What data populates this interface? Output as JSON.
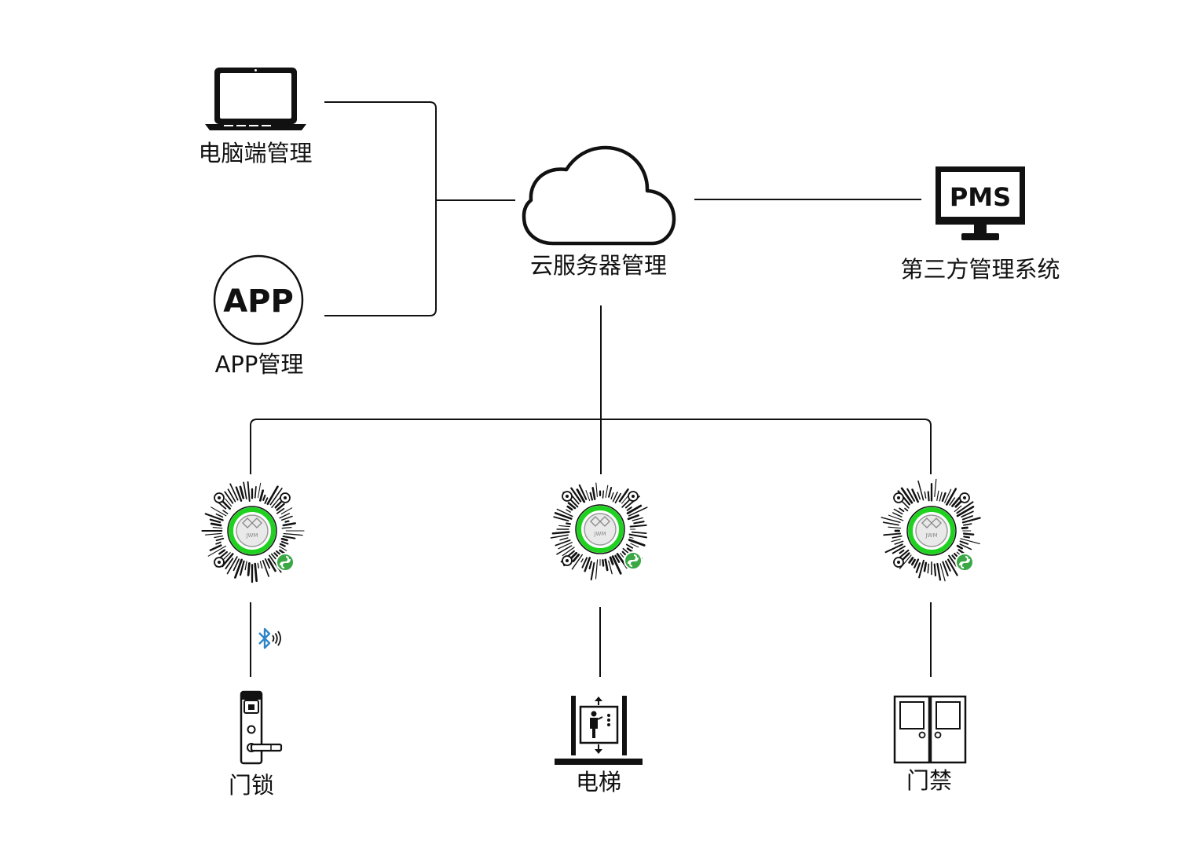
{
  "nodes": {
    "pc": {
      "label": "电脑端管理",
      "icon": "laptop-icon"
    },
    "app": {
      "label": "APP管理",
      "icon_text": "APP",
      "icon": "app-circle-icon"
    },
    "cloud": {
      "label": "云服务器管理",
      "icon": "cloud-icon"
    },
    "pms": {
      "label": "第三方管理系统",
      "icon_text": "PMS",
      "icon": "monitor-icon"
    },
    "lock": {
      "label": "门锁",
      "icon": "door-lock-icon"
    },
    "elevator": {
      "label": "电梯",
      "icon": "elevator-icon"
    },
    "access": {
      "label": "门禁",
      "icon": "double-door-icon"
    }
  },
  "mini_program_code": {
    "center_text": "JWM",
    "icon": "wechat-mini-program-code",
    "badge_icon": "mini-program-badge-icon"
  },
  "link_icons": {
    "lock_link": "bluetooth-icon"
  },
  "colors": {
    "line": "#111111",
    "code_ring": "#1fd21f",
    "badge": "#3aa844",
    "bluetooth": "#2f86c6"
  }
}
